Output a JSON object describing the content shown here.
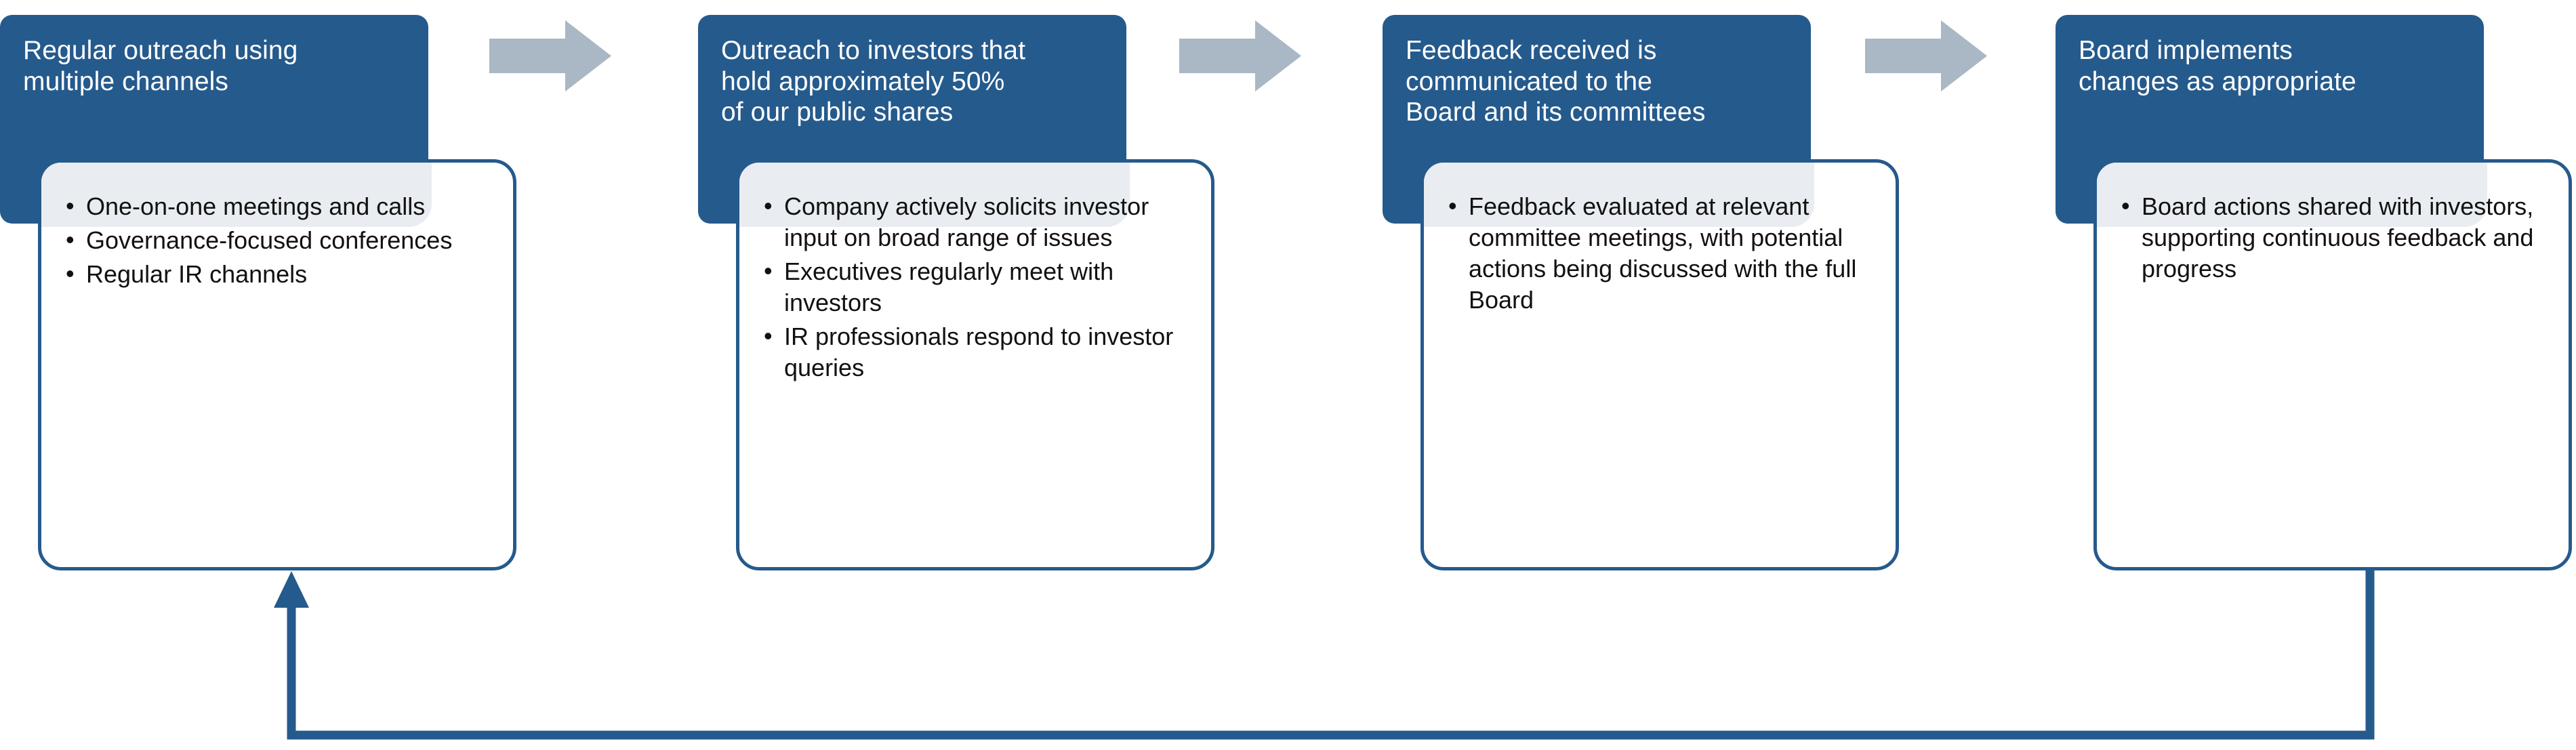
{
  "diagram": {
    "type": "process-flow-with-feedback-loop",
    "colors": {
      "header_blue": "#255a8c",
      "card_border": "#255a8c",
      "card_tint": "#e9edf1",
      "arrow_grey": "#aab7c4",
      "loop_line": "#255a8c",
      "header_text": "#ffffff",
      "bullet_text": "#111111",
      "background": "#ffffff"
    },
    "stages": [
      {
        "id": "stage-1",
        "header": "Regular outreach using\nmultiple channels",
        "bullets": [
          "One-on-one meetings and calls",
          "Governance-focused conferences",
          "Regular IR channels"
        ]
      },
      {
        "id": "stage-2",
        "header": "Outreach to investors that\nhold approximately 50%\nof our public shares",
        "bullets": [
          "Company actively solicits investor input on broad range of issues",
          "Executives regularly meet with investors",
          "IR professionals respond to investor queries"
        ]
      },
      {
        "id": "stage-3",
        "header": "Feedback received is\ncommunicated to the\nBoard and its committees",
        "bullets": [
          "Feedback evaluated at relevant committee meetings, with potential actions being discussed with the full Board"
        ]
      },
      {
        "id": "stage-4",
        "header": "Board implements\nchanges as appropriate",
        "bullets": [
          "Board actions shared with investors, supporting continuous feedback and progress"
        ]
      }
    ],
    "connectors": [
      {
        "id": "arrow-1-to-2",
        "icon": "right-block-arrow-icon"
      },
      {
        "id": "arrow-2-to-3",
        "icon": "right-block-arrow-icon"
      },
      {
        "id": "arrow-3-to-4",
        "icon": "right-block-arrow-icon"
      }
    ],
    "feedback_loop": {
      "id": "feedback-loop-arrow",
      "icon": "loop-back-arrow-icon",
      "from": "stage-4",
      "to": "stage-1"
    }
  }
}
